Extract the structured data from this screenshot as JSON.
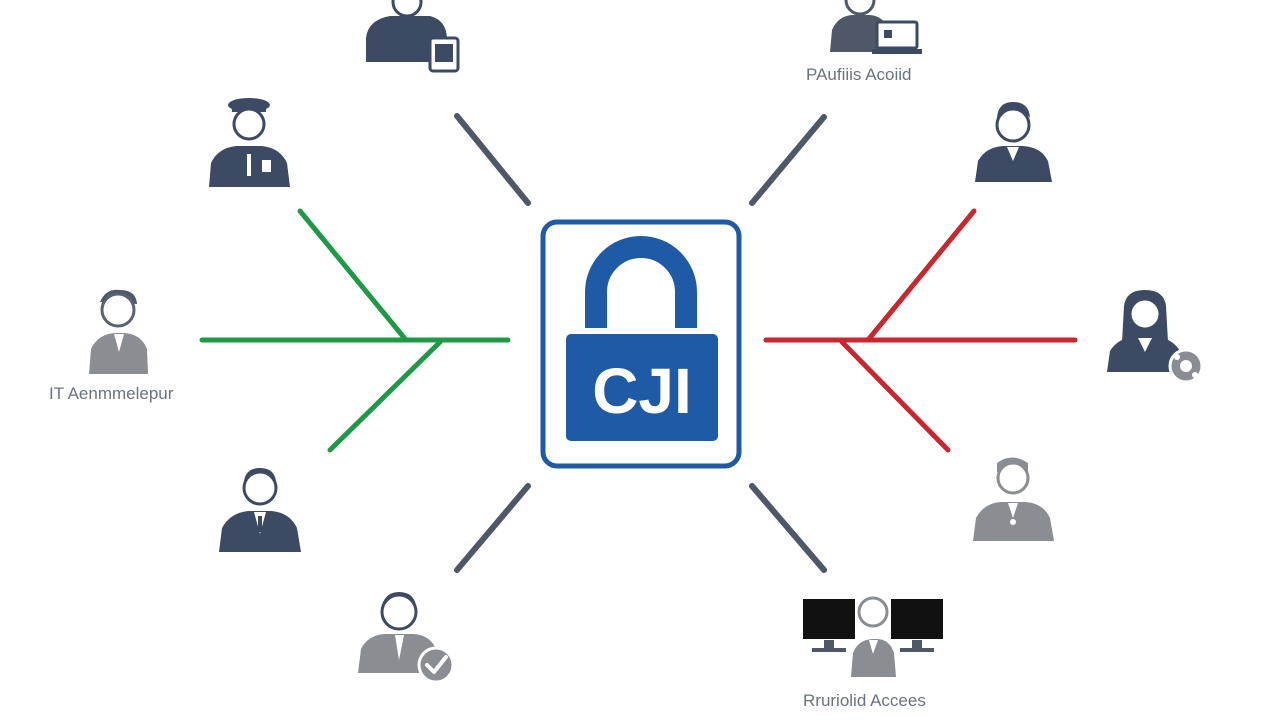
{
  "center": {
    "label": "CJI"
  },
  "labels": {
    "left": "IT Aenmmelepur",
    "top_right": "PAufiiis Acoiid",
    "bottom_right": "Rruriolid Accees"
  },
  "colors": {
    "primary_blue": "#1f5aa6",
    "navy": "#3c4a63",
    "gray": "#8a8d91",
    "dark_gray": "#4f5868",
    "green": "#1e9a46",
    "red": "#c9262e"
  },
  "icons": [
    "officer-tablet-icon",
    "police-officer-icon",
    "administrator-icon",
    "businessman-icon",
    "verified-user-icon",
    "user-laptop-icon",
    "user-icon",
    "woman-settings-icon",
    "guard-icon",
    "monitors-user-icon",
    "padlock-icon"
  ]
}
